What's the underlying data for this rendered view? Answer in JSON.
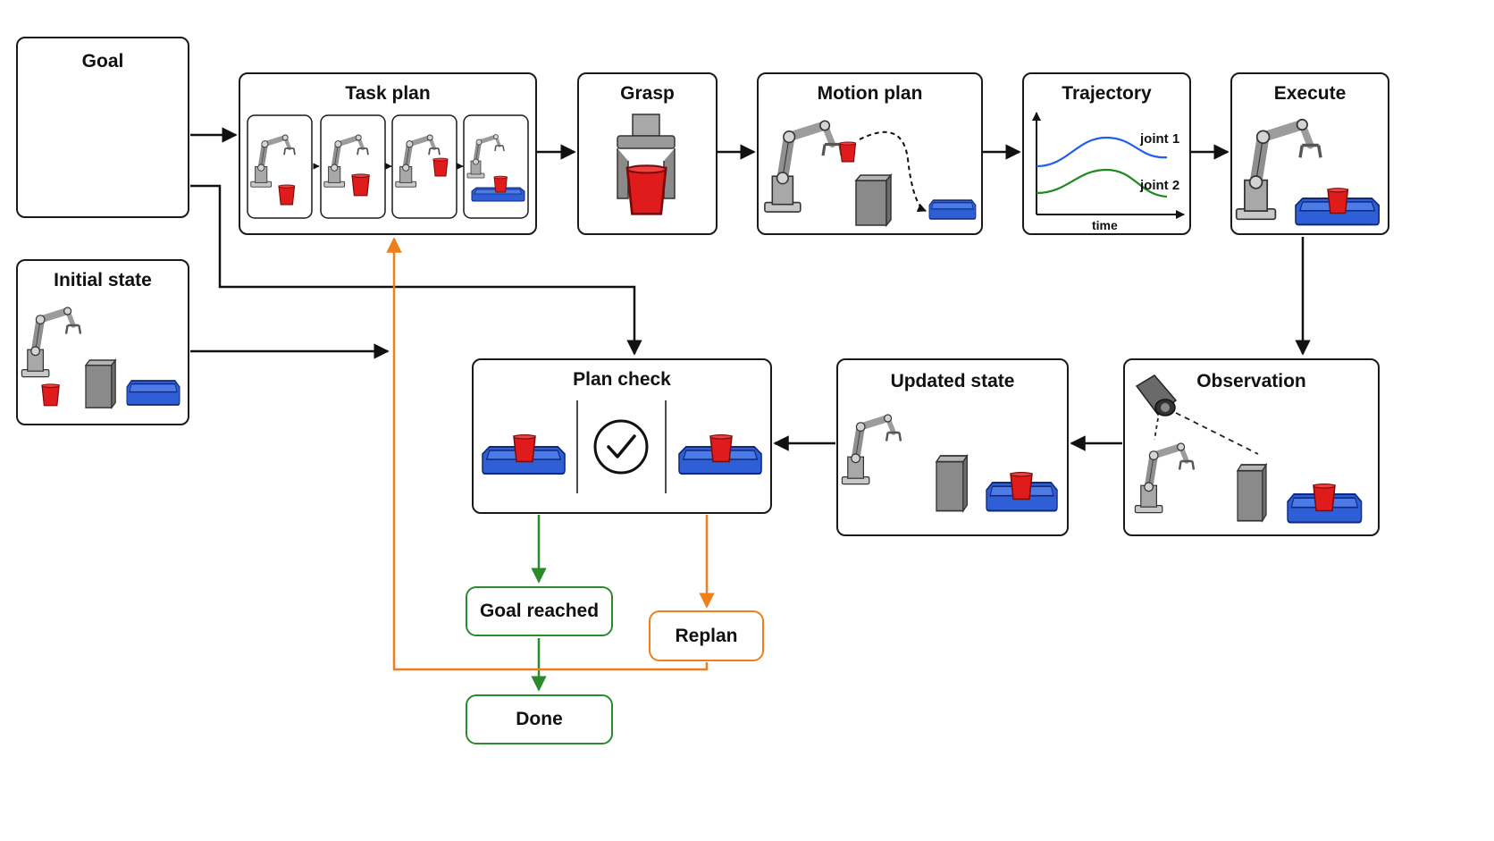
{
  "nodes": {
    "goal": "Goal",
    "task_plan": "Task plan",
    "grasp": "Grasp",
    "motion_plan": "Motion plan",
    "trajectory": "Trajectory",
    "execute": "Execute",
    "initial_state": "Initial state",
    "plan_check": "Plan check",
    "updated_state": "Updated state",
    "observation": "Observation",
    "goal_reached": "Goal reached",
    "replan": "Replan",
    "done": "Done"
  },
  "trajectory_plot": {
    "series": [
      "joint 1",
      "joint 2"
    ],
    "xlabel": "time"
  },
  "colors": {
    "outline": "#1a1a1a",
    "success": "#2b8a2b",
    "retry": "#ee7f1a",
    "tray": "#2f5fd6",
    "cup": "#e01b1b",
    "robot": "#9a9a9a",
    "joint1_line": "#1f5ff0",
    "joint2_line": "#1f8a1f"
  },
  "icons": [
    "robot-arm-icon",
    "cup-icon",
    "tray-icon",
    "block-icon",
    "gripper-icon",
    "camera-icon",
    "checkmark-icon"
  ]
}
